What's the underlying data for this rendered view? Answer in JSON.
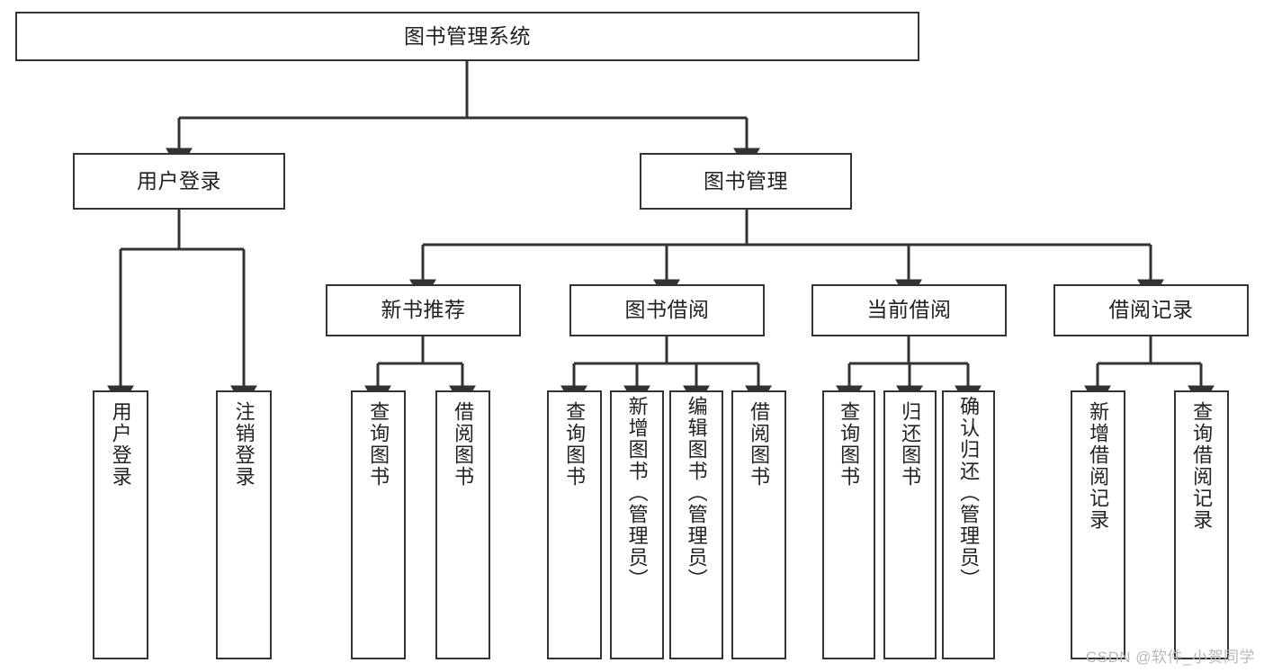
{
  "diagram": {
    "type": "tree",
    "title": "图书管理系统",
    "watermark": "CSDN @软件_小贺同学",
    "colors": {
      "box_border": "#333333",
      "box_fill": "#ffffff",
      "line": "#333333",
      "text": "#222222",
      "watermark": "#b8b8b8"
    },
    "levels": {
      "root": {
        "label": "图书管理系统"
      },
      "level2": [
        {
          "id": "user-login",
          "label": "用户登录"
        },
        {
          "id": "book-manage",
          "label": "图书管理"
        }
      ],
      "level3": [
        {
          "id": "new-book-rec",
          "label": "新书推荐",
          "parent": "book-manage"
        },
        {
          "id": "book-borrow",
          "label": "图书借阅",
          "parent": "book-manage"
        },
        {
          "id": "current-borrow",
          "label": "当前借阅",
          "parent": "book-manage"
        },
        {
          "id": "borrow-record",
          "label": "借阅记录",
          "parent": "book-manage"
        }
      ],
      "leaves": [
        {
          "id": "leaf-user-login",
          "label": "用户登录",
          "parent": "user-login"
        },
        {
          "id": "leaf-logout",
          "label": "注销登录",
          "parent": "user-login"
        },
        {
          "id": "leaf-query-book-1",
          "label": "查询图书",
          "parent": "new-book-rec"
        },
        {
          "id": "leaf-borrow-book-1",
          "label": "借阅图书",
          "parent": "new-book-rec"
        },
        {
          "id": "leaf-query-book-2",
          "label": "查询图书",
          "parent": "book-borrow"
        },
        {
          "id": "leaf-add-book",
          "label": "新增图书（管理员）",
          "parent": "book-borrow"
        },
        {
          "id": "leaf-edit-book",
          "label": "编辑图书（管理员）",
          "parent": "book-borrow"
        },
        {
          "id": "leaf-borrow-book-2",
          "label": "借阅图书",
          "parent": "book-borrow"
        },
        {
          "id": "leaf-query-book-3",
          "label": "查询图书",
          "parent": "current-borrow"
        },
        {
          "id": "leaf-return-book",
          "label": "归还图书",
          "parent": "current-borrow"
        },
        {
          "id": "leaf-confirm-return",
          "label": "确认归还（管理员）",
          "parent": "current-borrow"
        },
        {
          "id": "leaf-add-record",
          "label": "新增借阅记录",
          "parent": "borrow-record"
        },
        {
          "id": "leaf-query-record",
          "label": "查询借阅记录",
          "parent": "borrow-record"
        }
      ]
    }
  }
}
